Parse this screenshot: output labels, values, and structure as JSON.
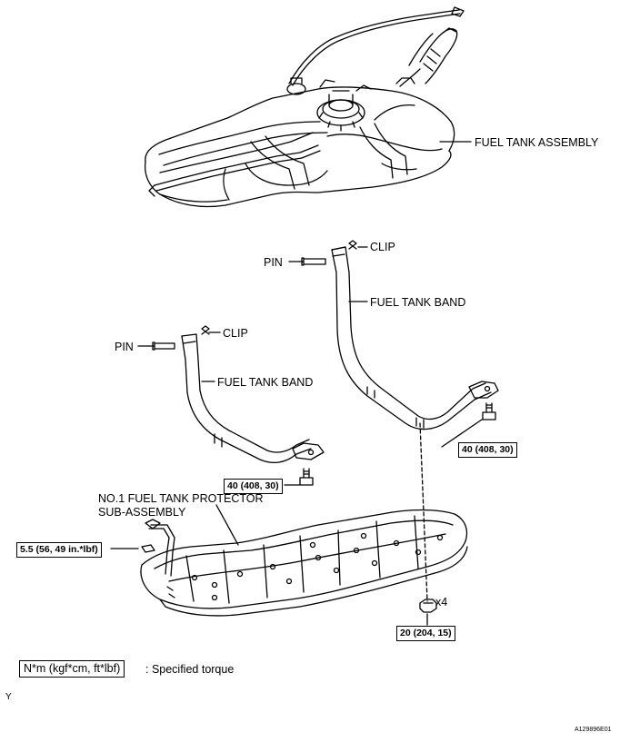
{
  "labels": {
    "fuel_tank_assembly": "FUEL TANK ASSEMBLY",
    "pin_right": "PIN",
    "clip_right": "CLIP",
    "fuel_tank_band_right": "FUEL TANK BAND",
    "pin_left": "PIN",
    "clip_left": "CLIP",
    "fuel_tank_band_left": "FUEL TANK BAND",
    "protector_line1": "NO.1 FUEL TANK PROTECTOR",
    "protector_line2": "SUB-ASSEMBLY",
    "quantity": "x4"
  },
  "torques": {
    "band_right": "40 (408, 30)",
    "band_left": "40 (408, 30)",
    "protector_bracket": "5.5 (56, 49 in.*lbf)",
    "protector_nut": "20 (204, 15)"
  },
  "legend": {
    "unit_box": "N*m (kgf*cm, ft*lbf)",
    "description": ": Specified torque"
  },
  "footer": {
    "corner_mark": "Y",
    "figure_id": "A129896E01"
  }
}
